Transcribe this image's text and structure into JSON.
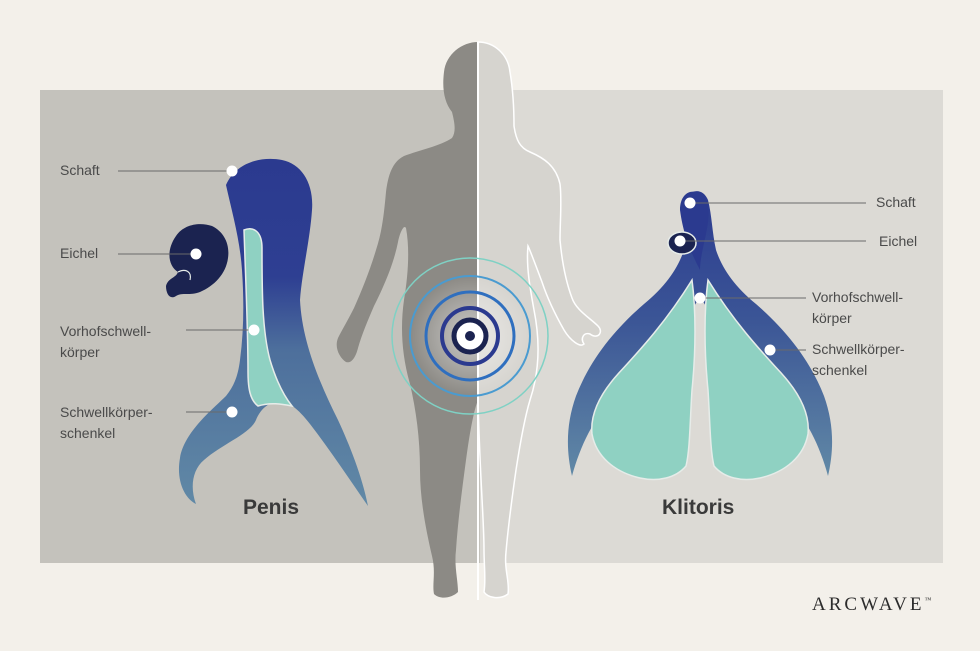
{
  "penis": {
    "title": "Penis",
    "labels": {
      "shaft": "Schaft",
      "glans": "Eichel",
      "bulb_line1": "Vorhofschwell-",
      "bulb_line2": "körper",
      "crura_line1": "Schwellkörper-",
      "crura_line2": "schenkel"
    }
  },
  "clitoris": {
    "title": "Klitoris",
    "labels": {
      "shaft": "Schaft",
      "glans": "Eichel",
      "bulb_line1": "Vorhofschwell-",
      "bulb_line2": "körper",
      "crura_line1": "Schwellkörper-",
      "crura_line2": "schenkel"
    }
  },
  "brand": {
    "name": "ARCWAVE",
    "mark": "™"
  },
  "colors": {
    "background": "#f3f0ea",
    "panel_left": "#c4c2bc",
    "panel_right": "#dcdad5",
    "navy": "#2b3a8f",
    "dark_navy": "#1b2350",
    "slate": "#5a7e9e",
    "mint": "#8fd1c2",
    "male_body": "#8c8a85",
    "female_body": "#d6d4cf"
  }
}
